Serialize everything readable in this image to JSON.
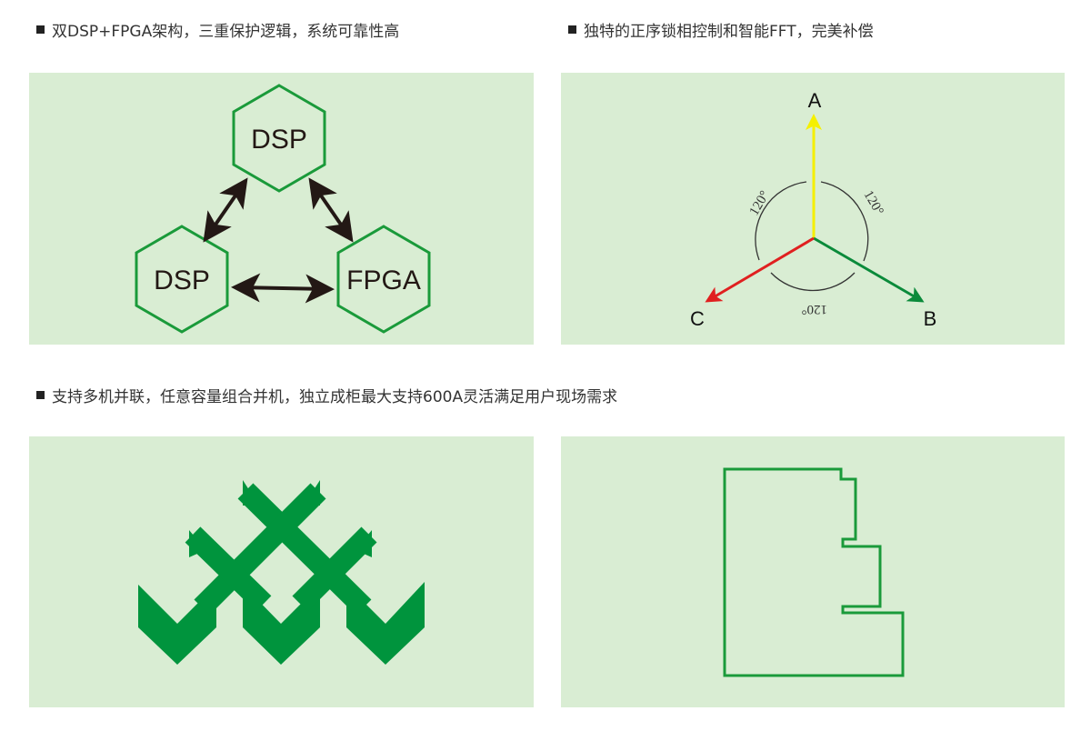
{
  "headings": [
    "双DSP+FPGA架构，三重保护逻辑，系统可靠性高",
    "独特的正序锁相控制和智能FFT，完美补偿",
    "支持多机并联，任意容量组合并机，独立成柜最大支持600A灵活满足用户现场需求"
  ],
  "architecture": {
    "top": "DSP",
    "left": "DSP",
    "right": "FPGA"
  },
  "phasor": {
    "a": "A",
    "b": "B",
    "c": "C",
    "angle": "120°"
  },
  "colors": {
    "green": "#00943d",
    "panel": "#d9edd3",
    "phase_a": "#f5f000",
    "phase_b": "#0a8a3a",
    "phase_c": "#e02020"
  }
}
